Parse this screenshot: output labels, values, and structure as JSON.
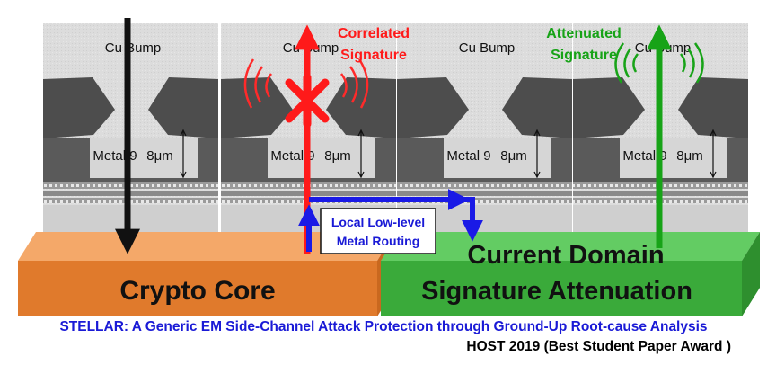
{
  "panels": [
    {
      "bump_label": "Cu Bump",
      "metal_label": "Metal 9",
      "dim_label": "8μm"
    },
    {
      "bump_label": "Cu Bump",
      "metal_label": "Metal 9",
      "dim_label": "8μm"
    },
    {
      "bump_label": "Cu Bump",
      "metal_label": "Metal 9",
      "dim_label": "8μm"
    },
    {
      "bump_label": "Cu Bump",
      "metal_label": "Metal 9",
      "dim_label": "8μm"
    }
  ],
  "annotations": {
    "correlated": "Correlated Signature",
    "correlated_line1": "Correlated",
    "correlated_line2": "Signature",
    "attenuated_line1": "Attenuated",
    "attenuated_line2": "Signature",
    "routing_line1": "Local Low-level",
    "routing_line2": "Metal Routing"
  },
  "blocks": {
    "crypto_core": "Crypto Core",
    "attenuation_line1": "Current Domain",
    "attenuation_line2": "Signature Attenuation"
  },
  "captions": {
    "title": "STELLAR: A Generic EM Side-Channel Attack Protection through Ground-Up Root-cause Analysis",
    "venue": "HOST 2019 (Best Student Paper Award )"
  },
  "colors": {
    "correlated": "#ff1a1a",
    "attenuated": "#17a317",
    "routing": "#1a1ae6",
    "crypto_block": "#f08a3c",
    "attenuation_block": "#3fb33f"
  }
}
